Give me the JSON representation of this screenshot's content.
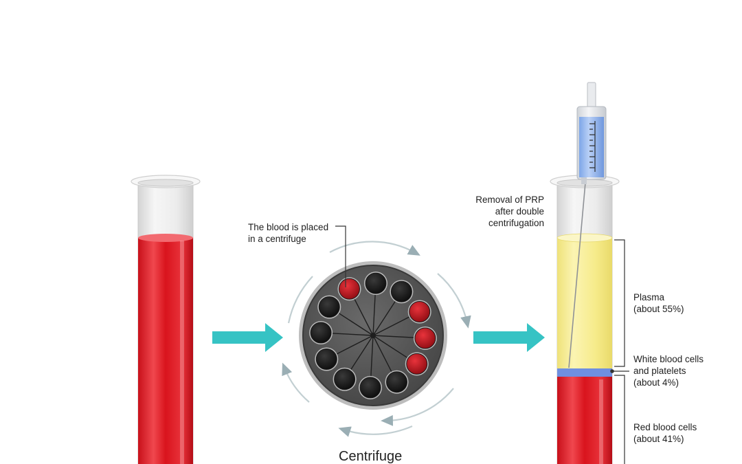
{
  "labels": {
    "centrifuge_caption": {
      "line1": "The blood is placed",
      "line2": "in a centrifuge"
    },
    "centrifuge_title": "Centrifuge",
    "removal": {
      "line1": "Removal of PRP",
      "line2": "after double",
      "line3": "centrifugation"
    },
    "plasma": {
      "line1": "Plasma",
      "line2": "(about 55%)"
    },
    "wbc": {
      "line1": "White blood cells",
      "line2": "and platelets",
      "line3": "(about 4%)"
    },
    "rbc": {
      "line1": "Red blood cells",
      "line2": "(about 41%)"
    }
  },
  "colors": {
    "blood": "#d9141d",
    "blood_light": "#f2565c",
    "plasma": "#f6eb8a",
    "buffy_coat": "#6f8fe0",
    "arrow": "#36c3c4",
    "rotor": "#5a5a5a",
    "rotor_dark": "#2b2b2b",
    "glass": "#e6e6e6"
  },
  "centrifuge": {
    "filled_slots": [
      0,
      3,
      4,
      5
    ]
  }
}
